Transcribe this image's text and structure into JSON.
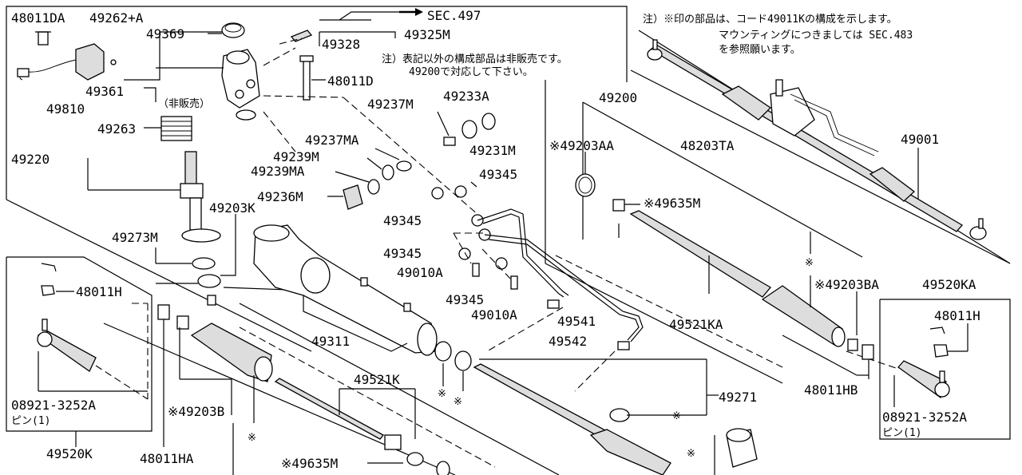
{
  "notes": {
    "sec497": "SEC.497",
    "not_sold": "注）表記以外の構成部品は非販売です。",
    "use_49200": "49200で対応して下さい。",
    "mark_note_1": "注）※印の部品は、コード49011Kの構成を示します。",
    "mark_note_2": "マウンティングにつきましては SEC.483",
    "mark_note_3": "を参照願います。",
    "not_sold_short": "（非販売）",
    "mark": "※"
  },
  "parts": {
    "p48011DA": "48011DA",
    "p49262A": "49262+A",
    "p49369": "49369",
    "p49328": "49328",
    "p49325M": "49325M",
    "p49361": "49361",
    "p48011D": "48011D",
    "p49810": "49810",
    "p49263": "49263",
    "p49220": "49220",
    "p49237M": "49237M",
    "p49233A": "49233A",
    "p49231M": "49231M",
    "p49237MA": "49237MA",
    "p49239M": "49239M",
    "p49239MA": "49239MA",
    "p49345a": "49345",
    "p49345b": "49345",
    "p49345c": "49345",
    "p49345d": "49345",
    "p49236M": "49236M",
    "p49203K": "49203K",
    "p49273M": "49273M",
    "p49010Aa": "49010A",
    "p49010Ab": "49010A",
    "p49541": "49541",
    "p49542": "49542",
    "p49311": "49311",
    "p49521K": "49521K",
    "p49271": "49271",
    "p48011H_left": "48011H",
    "p08921_left": "08921-3252A",
    "pin_left": "ピン(1)",
    "p49520K": "49520K",
    "p48011HA": "48011HA",
    "p49203B": "※49203B",
    "p49635M_lower": "※49635M",
    "p49200": "49200",
    "p49203AA": "※49203AA",
    "p48203TA": "48203TA",
    "p49001": "49001",
    "p49635M": "※49635M",
    "p49203BA": "※49203BA",
    "p49521KA": "49521KA",
    "p48011HB": "48011HB",
    "p49520KA": "49520KA",
    "p48011H_right": "48011H",
    "p08921_right": "08921-3252A",
    "pin_right": "ピン(1)"
  }
}
